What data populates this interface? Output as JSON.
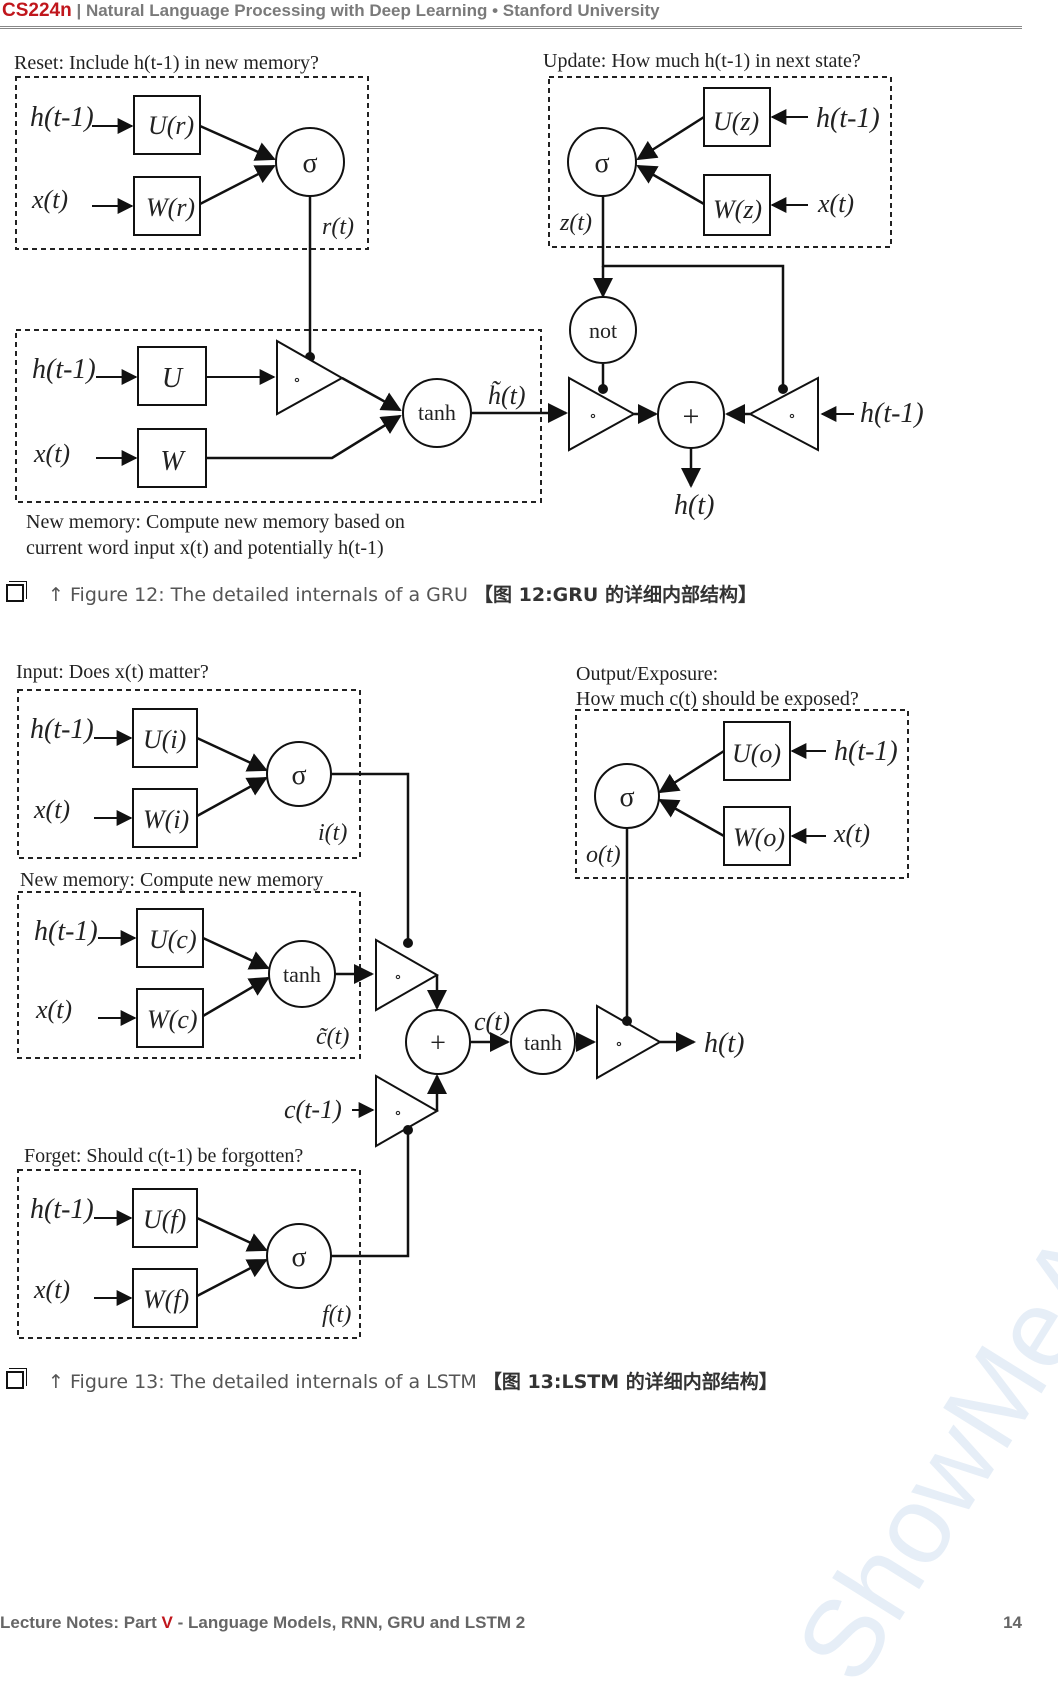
{
  "header": {
    "course": "CS224n",
    "separator": "|",
    "subtitle": "Natural Language Processing with Deep Learning • Stanford University"
  },
  "gru": {
    "reset_title_bold": "Reset",
    "reset_title_rest": ": Include h(t-1) in new memory?",
    "update_title_bold": "Update",
    "update_title_rest": ": How much h(t-1) in next state?",
    "new_memory_bold": "New memory",
    "new_memory_rest": ": Compute new memory based on",
    "new_memory_line2": "current word input x(t) and potentially h(t-1)",
    "h_prev": "h(t-1)",
    "x_t": "x(t)",
    "h_t": "h(t)",
    "h_tilde": "h̃(t)",
    "r_t": "r(t)",
    "z_t": "z(t)",
    "U_r": "U(r)",
    "W_r": "W(r)",
    "U_z": "U(z)",
    "W_z": "W(z)",
    "U": "U",
    "W": "W",
    "sigma": "σ",
    "tanh": "tanh",
    "not": "not",
    "plus": "+",
    "circ": "∘"
  },
  "caption12": {
    "arrow": "↑",
    "text": "Figure 12: The detailed internals of a GRU",
    "cn": "【图 12:GRU 的详细内部结构】"
  },
  "lstm": {
    "input_title_bold": "Input",
    "input_title_rest": ": Does x(t) matter?",
    "output_title_bold": "Output/Exposure",
    "output_title_rest": ":",
    "output_line2": "How much c(t) should be exposed?",
    "newmem_title_bold": "New memory",
    "newmem_title_rest": ": Compute new memory",
    "forget_title_bold": "Forget",
    "forget_title_rest": ": Should c(t-1) be forgotten?",
    "h_prev": "h(t-1)",
    "x_t": "x(t)",
    "h_t": "h(t)",
    "c_t": "c(t)",
    "c_prev": "c(t-1)",
    "c_tilde": "c̃(t)",
    "i_t": "i(t)",
    "f_t": "f(t)",
    "o_t": "o(t)",
    "U_i": "U(i)",
    "W_i": "W(i)",
    "U_c": "U(c)",
    "W_c": "W(c)",
    "U_f": "U(f)",
    "W_f": "W(f)",
    "U_o": "U(o)",
    "W_o": "W(o)",
    "sigma": "σ",
    "tanh": "tanh",
    "plus": "+",
    "circ": "∘"
  },
  "caption13": {
    "arrow": "↑",
    "text": "Figure 13: The detailed internals of a LSTM",
    "cn": "【图 13:LSTM 的详细内部结构】"
  },
  "footer": {
    "left_a": "Lecture Notes: Part ",
    "left_part": "V",
    "left_b": " - Language Models, RNN, GRU and LSTM 2",
    "page_number": "14"
  },
  "watermark": "ShowMeAI"
}
